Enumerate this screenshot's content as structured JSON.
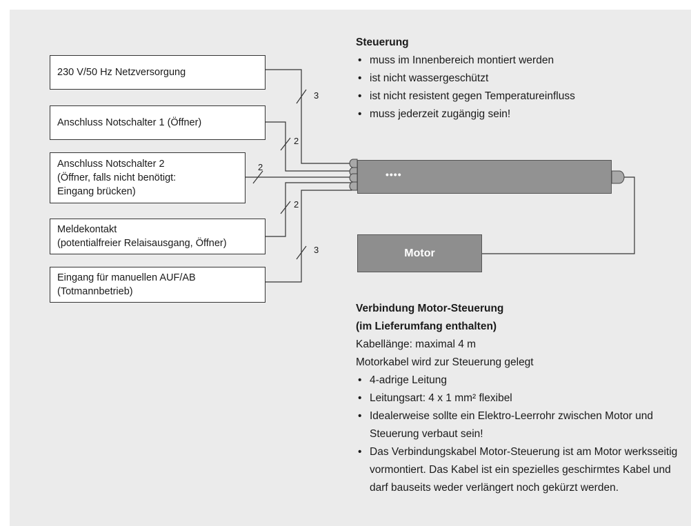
{
  "inputs": [
    {
      "label": "230 V/50 Hz Netzversorgung",
      "wires": "3"
    },
    {
      "label": "Anschluss Notschalter 1 (Öffner)",
      "wires": "2"
    },
    {
      "label": "Anschluss Notschalter 2\n(Öffner, falls nicht benötigt:\nEingang brücken)",
      "wires": "2"
    },
    {
      "label": "Meldekontakt\n(potentialfreier Relaisausgang, Öffner)",
      "wires": "2"
    },
    {
      "label": "Eingang für manuellen AUF/AB\n(Totmannbetrieb)",
      "wires": "3"
    }
  ],
  "controller": {
    "dots": "••••"
  },
  "motor": {
    "label": "Motor"
  },
  "steuerung": {
    "title": "Steuerung",
    "items": [
      "muss im Innenbereich montiert werden",
      "ist nicht wassergeschützt",
      "ist nicht resistent gegen Temperatureinfluss",
      "muss jederzeit zugängig sein!"
    ]
  },
  "verbindung": {
    "title_line1": "Verbindung Motor-Steuerung",
    "title_line2": "(im Lieferumfang enthalten)",
    "line1": "Kabellänge: maximal 4 m",
    "line2": "Motorkabel wird zur Steuerung gelegt",
    "items": [
      "4-adrige Leitung",
      "Leitungsart: 4 x 1 mm² flexibel",
      "Idealerweise sollte ein Elektro-Leerrohr zwischen Motor und Steuerung verbaut sein!",
      "Das Verbindungskabel Motor-Steuerung ist am Motor werksseitig vormontiert. Das Kabel ist ein spezielles geschirmtes Kabel und darf bauseits weder verlängert noch gekürzt werden."
    ]
  }
}
